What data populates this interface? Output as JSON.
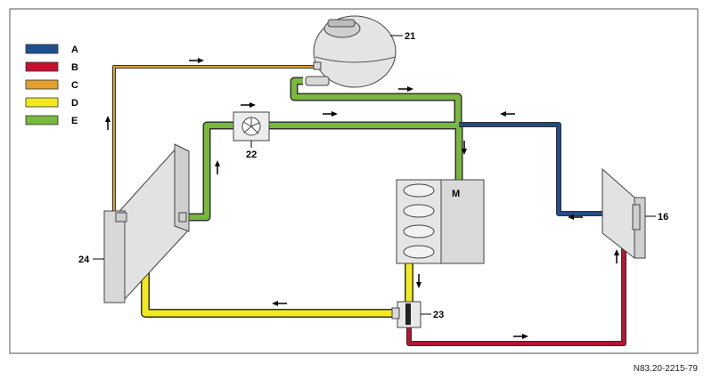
{
  "legend": [
    {
      "key": "A",
      "color": "#1f4f8f"
    },
    {
      "key": "B",
      "color": "#c8102e"
    },
    {
      "key": "C",
      "color": "#e0a030"
    },
    {
      "key": "D",
      "color": "#f2ea1d"
    },
    {
      "key": "E",
      "color": "#78b83a"
    }
  ],
  "callouts": {
    "reservoir": "21",
    "pump": "22",
    "thermostat": "23",
    "radiator": "24",
    "heater_core": "16"
  },
  "engine_label": "M",
  "reference_code": "N83.20-2215-79",
  "pipe_colors": {
    "outline": "#333333",
    "A": "#1f4f8f",
    "B": "#c8102e",
    "C": "#e0a030",
    "D": "#f2ea1d",
    "E": "#78b83a"
  }
}
